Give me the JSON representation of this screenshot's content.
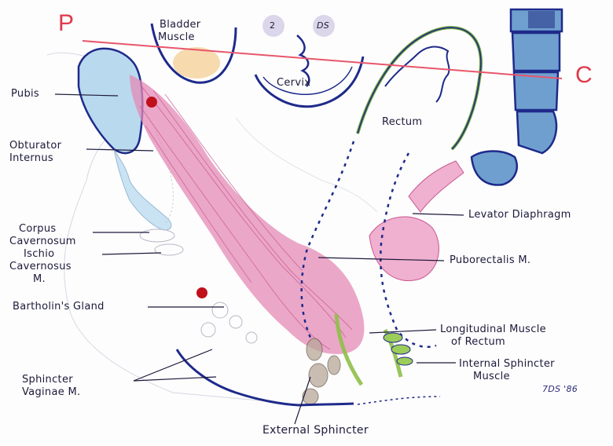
{
  "colors": {
    "outline": "#1e2a8a",
    "muscle": "#e48ab6",
    "bone": "#b9d9ef",
    "bone_dark": "#7fa8cf",
    "line_pc": "#e8566b",
    "green": "#8fc04a",
    "orange": "#f3c37a",
    "blood": "#c0101c"
  },
  "markers": {
    "p": "P",
    "c": "C"
  },
  "badges": {
    "two": "2",
    "ds": "DS"
  },
  "labels": {
    "bladder_line1": "Bladder",
    "bladder_line2": "Muscle",
    "cervix": "Cervix",
    "rectum": "Rectum",
    "pubis": "Pubis",
    "obturator_line1": "Obturator",
    "obturator_line2": "Internus",
    "corpus_line1": "Corpus",
    "corpus_line2": "Cavernosum",
    "ischio_line1": "Ischio",
    "ischio_line2": "Cavernosus",
    "ischio_line3": "M.",
    "bartholin": "Bartholin's Gland",
    "sphincter_vag_line1": "Sphincter",
    "sphincter_vag_line2": "Vaginae M.",
    "external_sphincter": "External Sphincter",
    "levator": "Levator Diaphragm",
    "puborectalis": "Puborectalis M.",
    "longitudinal_line1": "Longitudinal Muscle",
    "longitudinal_line2": "of Rectum",
    "internal_line1": "Internal Sphincter",
    "internal_line2": "Muscle",
    "signature": "7DS '86"
  }
}
